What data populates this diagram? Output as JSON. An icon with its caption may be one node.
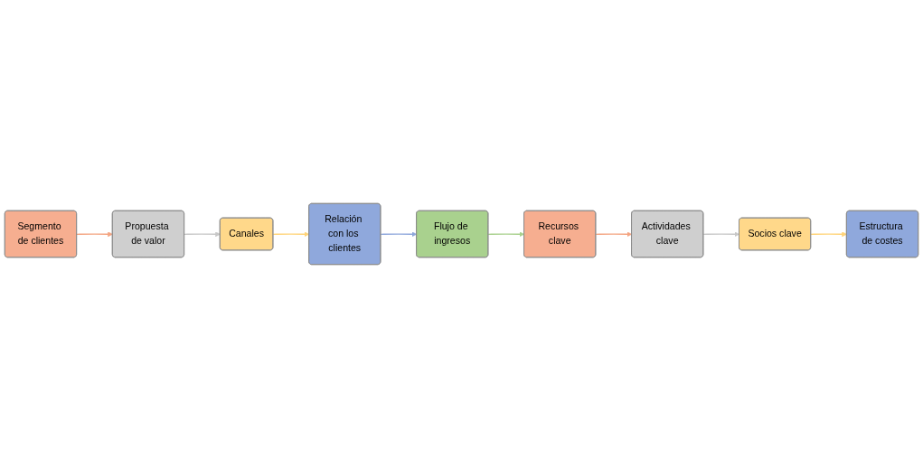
{
  "diagram": {
    "nodes": [
      {
        "text": [
          "Segmento de clientes"
        ]
      },
      {
        "text": [
          "Propuesta de valor"
        ]
      },
      {
        "text": [
          "Canales"
        ]
      },
      {
        "text": [
          "Relación con los clientes"
        ]
      },
      {
        "text": [
          "Flujo de ingresos"
        ]
      },
      {
        "text": [
          "Recursos clave"
        ]
      },
      {
        "text": [
          "Actividades clave"
        ]
      },
      {
        "text": [
          "Socios clave"
        ]
      },
      {
        "text": [
          "Estructura de costes"
        ]
      }
    ],
    "edges": [
      {
        "from": 0,
        "to": 1,
        "arrow": "to",
        "color": "#f4a582"
      },
      {
        "from": 1,
        "to": 2,
        "arrow": "to",
        "color": "#c8c8c8"
      },
      {
        "from": 2,
        "to": 3,
        "arrow": "to",
        "color": "#ffd478"
      },
      {
        "from": 3,
        "to": 4,
        "arrow": "to",
        "color": "#8fa8dc"
      },
      {
        "from": 4,
        "to": 5,
        "arrow": "to",
        "color": "#a9d18e"
      },
      {
        "from": 5,
        "to": 6,
        "arrow": "to",
        "color": "#f4a582"
      },
      {
        "from": 6,
        "to": 7,
        "arrow": "to",
        "color": "#c8c8c8"
      },
      {
        "from": 7,
        "to": 8,
        "arrow": "to",
        "color": "#ffd478"
      }
    ]
  }
}
